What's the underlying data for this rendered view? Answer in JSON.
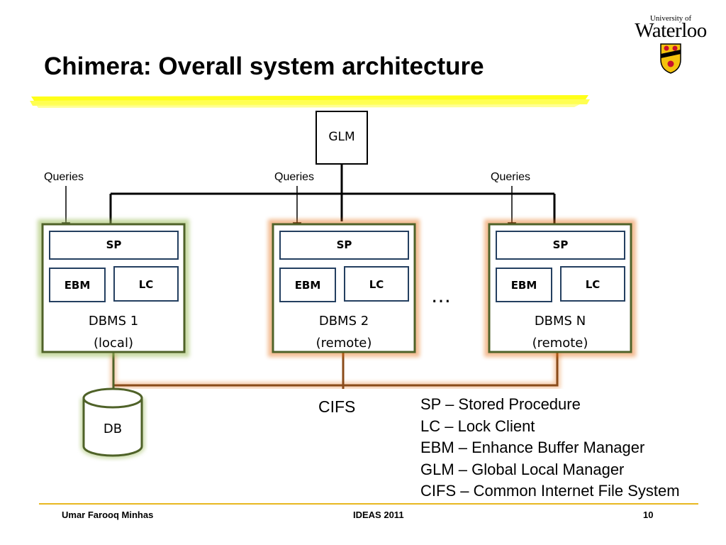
{
  "slide": {
    "title": "Chimera: Overall system architecture",
    "logo": {
      "small_text": "University of",
      "big_text": "Waterloo"
    }
  },
  "diagram": {
    "glm": "GLM",
    "queries": [
      "Queries",
      "Queries",
      "Queries"
    ],
    "nodes": [
      {
        "sp": "SP",
        "ebm": "EBM",
        "lc": "LC",
        "name": "DBMS 1",
        "location": "(local)"
      },
      {
        "sp": "SP",
        "ebm": "EBM",
        "lc": "LC",
        "name": "DBMS 2",
        "location": "(remote)"
      },
      {
        "sp": "SP",
        "ebm": "EBM",
        "lc": "LC",
        "name": "DBMS N",
        "location": "(remote)"
      }
    ],
    "ellipsis": "…",
    "db": "DB",
    "cifs": "CIFS",
    "colors": {
      "green_border": "#4f6228",
      "green_glow": "#9bbb59",
      "orange_glow": "#e46c0a",
      "highlighter": "#ffff00"
    }
  },
  "legend": [
    "SP – Stored Procedure",
    "LC – Lock Client",
    "EBM – Enhance Buffer Manager",
    "GLM – Global Local Manager",
    "CIFS – Common Internet File System"
  ],
  "footer": {
    "author": "Umar Farooq Minhas",
    "event": "IDEAS 2011",
    "page": "10"
  }
}
